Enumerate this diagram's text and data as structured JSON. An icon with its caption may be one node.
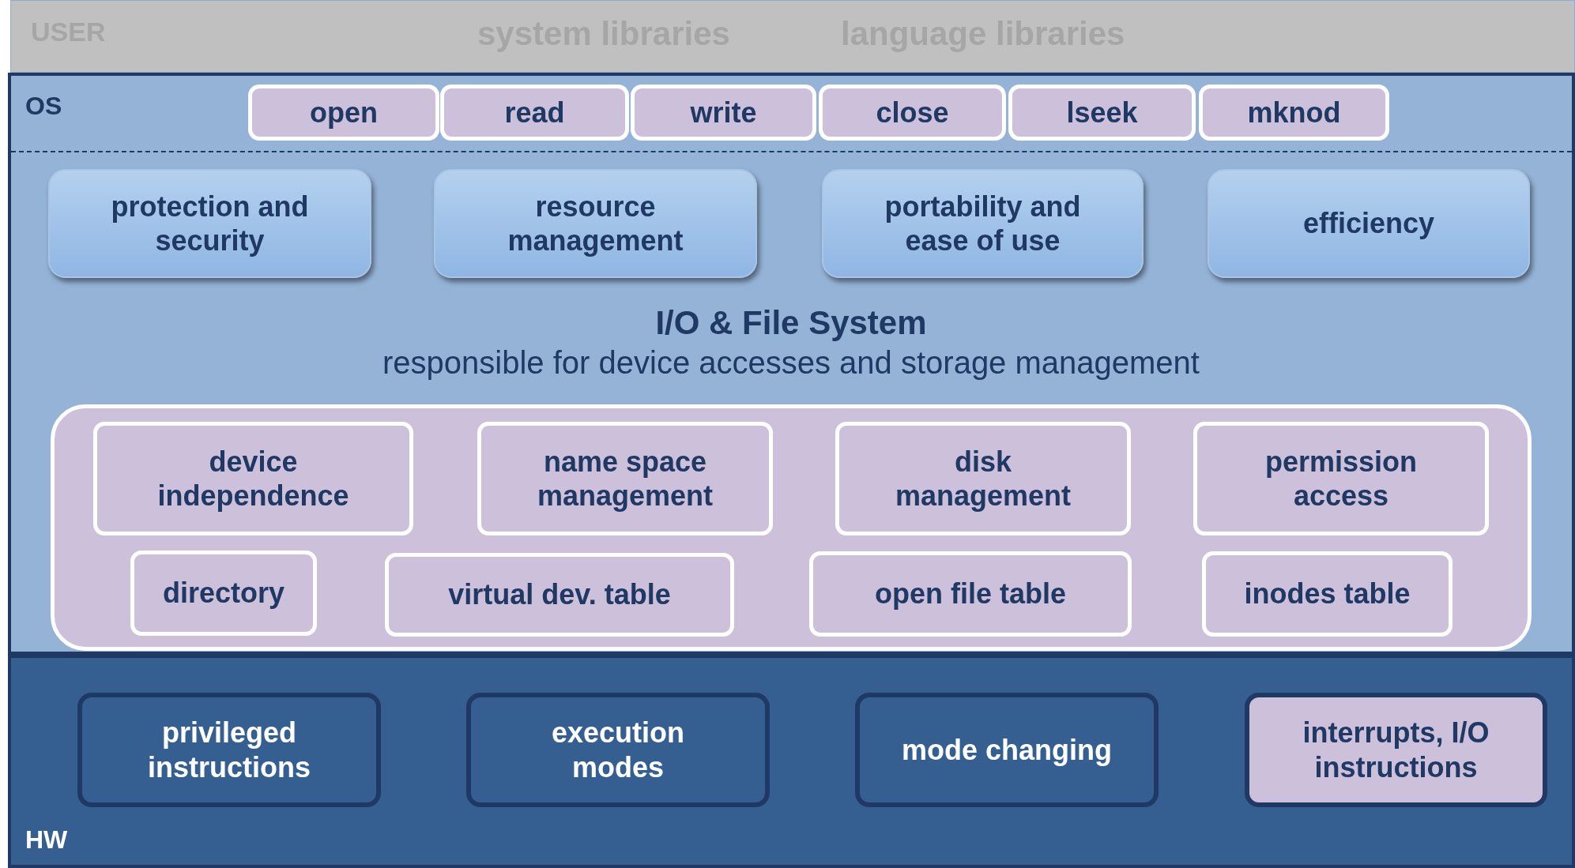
{
  "diagram": {
    "nodes": [
      {
        "text": [
          "USER",
          "system libraries",
          "language libraries"
        ]
      },
      {
        "text": [
          "OS"
        ]
      },
      {
        "text": [
          "open"
        ],
        "in": 1
      },
      {
        "text": [
          "read"
        ],
        "in": 1
      },
      {
        "text": [
          "write"
        ],
        "in": 1
      },
      {
        "text": [
          "close"
        ],
        "in": 1
      },
      {
        "text": [
          "lseek"
        ],
        "in": 1
      },
      {
        "text": [
          "mknod"
        ],
        "in": 1
      },
      {
        "text": [
          "protection and security"
        ],
        "in": 1
      },
      {
        "text": [
          "resource management"
        ],
        "in": 1
      },
      {
        "text": [
          "portability and ease of use"
        ],
        "in": 1
      },
      {
        "text": [
          "efficiency"
        ],
        "in": 1
      },
      {
        "text": [
          "I/O & File System",
          "responsible for device accesses and storage management"
        ],
        "in": 1
      },
      {
        "text": [
          "device independence"
        ],
        "in": 12
      },
      {
        "text": [
          "name space management"
        ],
        "in": 12
      },
      {
        "text": [
          "disk management"
        ],
        "in": 12
      },
      {
        "text": [
          "permission access"
        ],
        "in": 12
      },
      {
        "text": [
          "directory"
        ],
        "in": 12
      },
      {
        "text": [
          "virtual dev. table"
        ],
        "in": 12
      },
      {
        "text": [
          "open file table"
        ],
        "in": 12
      },
      {
        "text": [
          "inodes table"
        ],
        "in": 12
      },
      {
        "text": [
          "HW"
        ]
      },
      {
        "text": [
          "privileged instructions"
        ],
        "in": 21
      },
      {
        "text": [
          "execution modes"
        ],
        "in": 21
      },
      {
        "text": [
          "mode changing"
        ],
        "in": 21
      },
      {
        "text": [
          "interrupts, I/O instructions"
        ],
        "in": 21
      }
    ],
    "edges": []
  }
}
